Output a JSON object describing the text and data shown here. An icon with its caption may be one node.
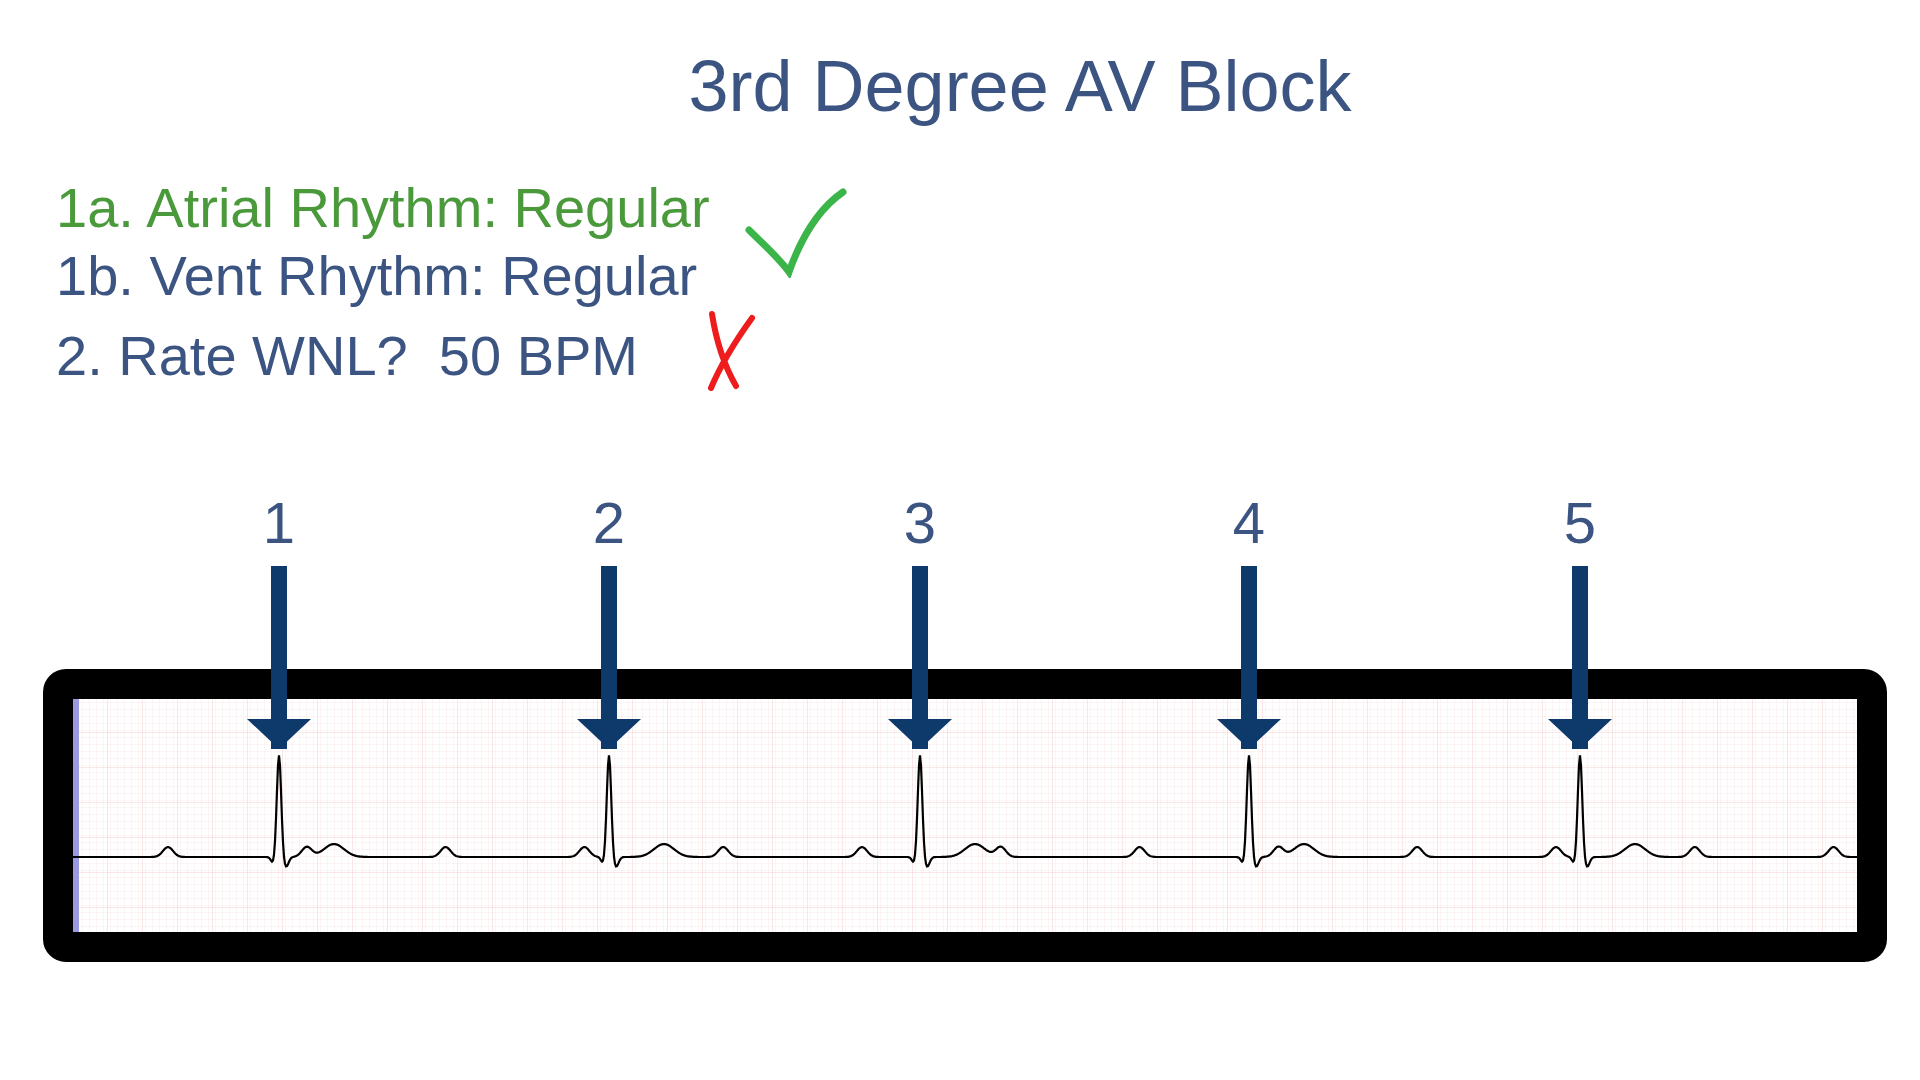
{
  "diagram": {
    "title": "3rd Degree AV Block",
    "nodes": [
      {
        "text": [
          "1"
        ]
      },
      {
        "text": [
          "2"
        ]
      },
      {
        "text": [
          "3"
        ]
      },
      {
        "text": [
          "4"
        ]
      },
      {
        "text": [
          "5"
        ]
      }
    ],
    "edges": [
      {
        "from": 0,
        "to": null,
        "arrow": "to"
      },
      {
        "from": 1,
        "to": null,
        "arrow": "to"
      },
      {
        "from": 2,
        "to": null,
        "arrow": "to"
      },
      {
        "from": 3,
        "to": null,
        "arrow": "to"
      },
      {
        "from": 4,
        "to": null,
        "arrow": "to"
      }
    ],
    "labels": [
      "1a. Atrial Rhythm: Regular",
      "1b. Vent Rhythm: Regular",
      "2. Rate WNL?  50 BPM"
    ]
  }
}
